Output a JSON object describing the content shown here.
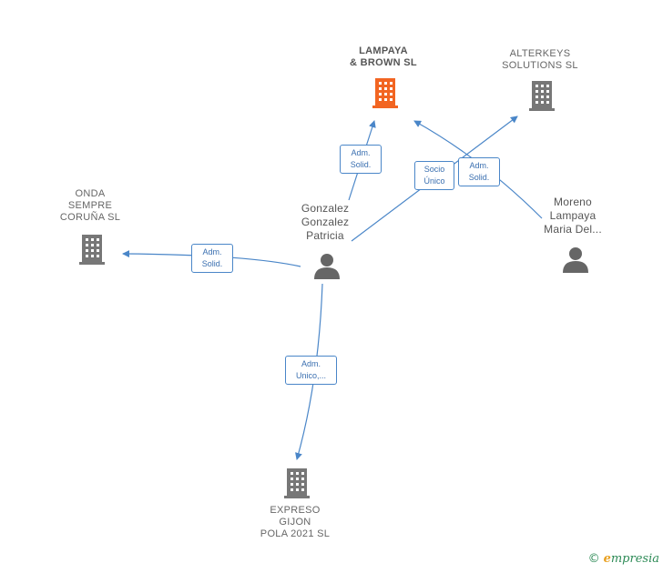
{
  "nodes": {
    "lampaya": {
      "lines": [
        "LAMPAYA",
        "& BROWN  SL"
      ],
      "color": "#f26522"
    },
    "alterkeys": {
      "lines": [
        "ALTERKEYS",
        "SOLUTIONS SL"
      ],
      "color": "#777777"
    },
    "onda": {
      "lines": [
        "ONDA",
        "SEMPRE",
        "CORUÑA  SL"
      ],
      "color": "#777777"
    },
    "expreso": {
      "lines": [
        "EXPRESO",
        "GIJON",
        "POLA 2021  SL"
      ],
      "color": "#777777"
    },
    "gonzalez": {
      "lines": [
        "Gonzalez",
        "Gonzalez",
        "Patricia"
      ],
      "color": "#666666"
    },
    "moreno": {
      "lines": [
        "Moreno",
        "Lampaya",
        "Maria Del..."
      ],
      "color": "#666666"
    }
  },
  "edges": {
    "adm_solid_lampaya": [
      "Adm.",
      "Solid."
    ],
    "socio_unico": [
      "Socio",
      "Único"
    ],
    "adm_solid_alterkeys": [
      "Adm.",
      "Solid."
    ],
    "adm_solid_onda": [
      "Adm.",
      "Solid."
    ],
    "adm_unico_expreso": [
      "Adm.",
      "Unico,..."
    ]
  },
  "edge_color": "#4a86c8",
  "footer": {
    "copyright_symbol": "©",
    "brand_initial": "e",
    "brand_rest": "mpresia"
  }
}
